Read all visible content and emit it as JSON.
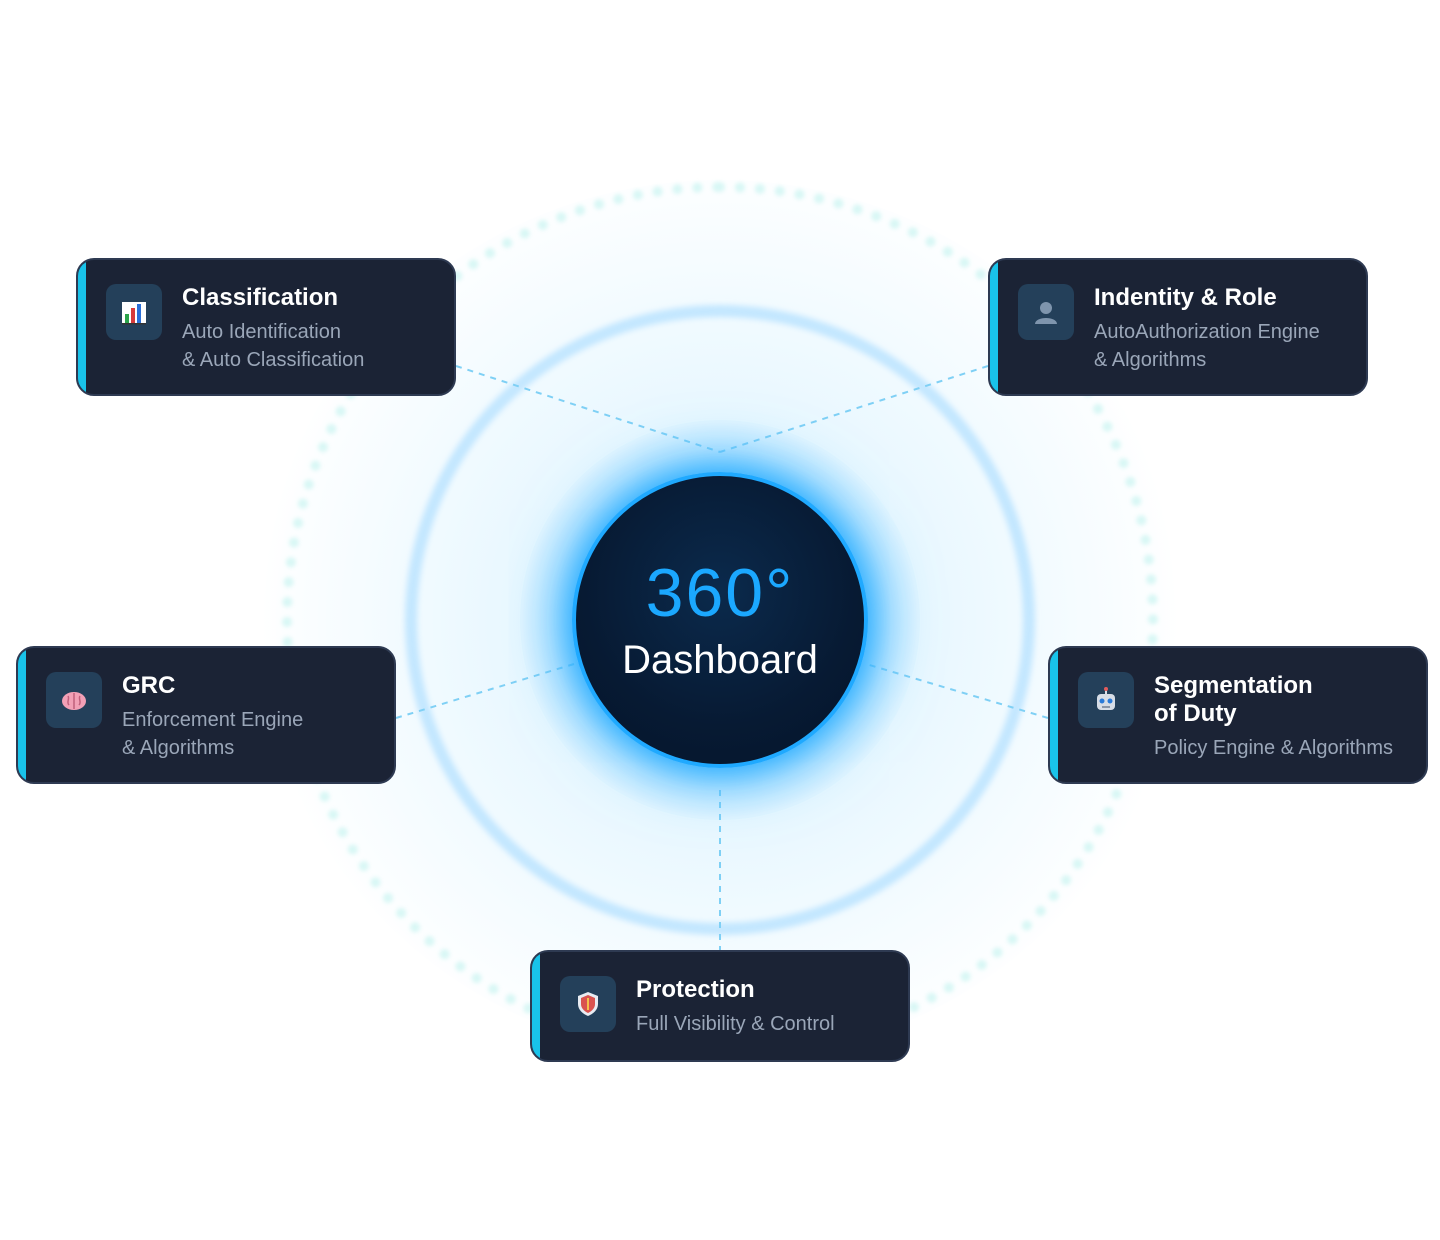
{
  "hub": {
    "number": "360°",
    "label": "Dashboard"
  },
  "cards": {
    "classification": {
      "title": "Classification",
      "subtitle_line1": "Auto Identification",
      "subtitle_line2": "& Auto Classification",
      "icon": "bar-chart-icon"
    },
    "identity": {
      "title": "Indentity & Role",
      "subtitle_line1": "AutoAuthorization Engine",
      "subtitle_line2": "& Algorithms",
      "icon": "user-silhouette-icon"
    },
    "grc": {
      "title": "GRC",
      "subtitle_line1": "Enforcement Engine",
      "subtitle_line2": "& Algorithms",
      "icon": "brain-icon"
    },
    "segmentation": {
      "title_line1": "Segmentation",
      "title_line2": "of Duty",
      "subtitle_line1": "Policy Engine & Algorithms",
      "icon": "robot-icon"
    },
    "protection": {
      "title": "Protection",
      "subtitle_line1": "Full Visibility & Control",
      "icon": "shield-icon"
    }
  },
  "colors": {
    "card_bg": "#1b2335",
    "accent": "#19c3ea",
    "hub_number": "#1ba8ff",
    "link_line": "#7fd0f5"
  }
}
